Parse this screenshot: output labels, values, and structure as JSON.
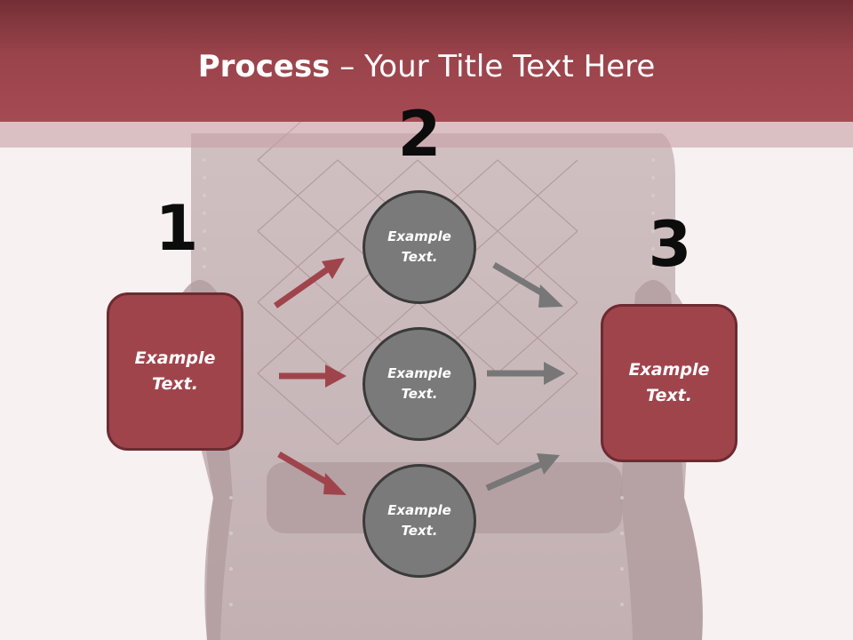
{
  "title": {
    "bold": "Process",
    "rest": " – Your Title Text Here"
  },
  "steps": {
    "one": "1",
    "two": "2",
    "three": "3"
  },
  "left_box": {
    "text": "Example Text."
  },
  "right_box": {
    "text": "Example Text."
  },
  "circles": [
    {
      "text": "Example Text."
    },
    {
      "text": "Example Text."
    },
    {
      "text": "Example Text."
    }
  ],
  "colors": {
    "accent": "#a0444c",
    "accent_dark": "#6d2a31",
    "circle": "#7a7a7a",
    "arrow_gray": "#777777"
  }
}
